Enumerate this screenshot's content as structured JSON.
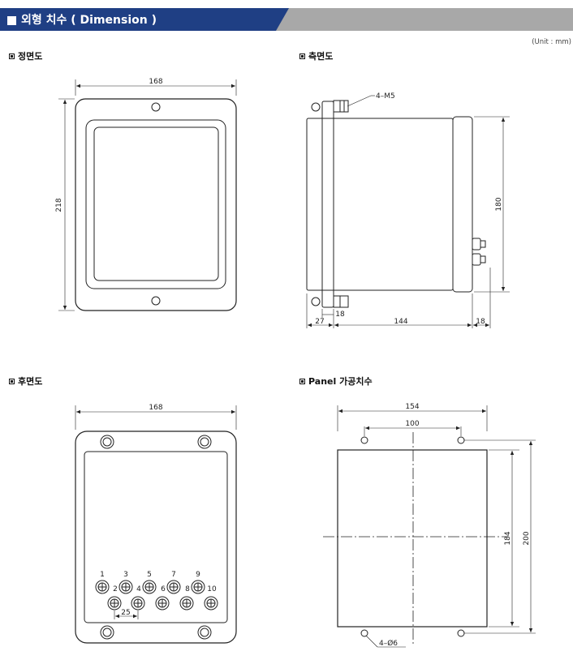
{
  "header": {
    "title": "외형 치수 ( Dimension )"
  },
  "unit_note": "(Unit : mm)",
  "sections": {
    "front": {
      "title": "정면도",
      "width_dim": "168",
      "height_dim": "218"
    },
    "side": {
      "title": "측면도",
      "screw_label": "4–M5",
      "height_dim": "180",
      "dim_27": "27",
      "dim_18_top": "18",
      "dim_144": "144",
      "dim_18_right": "18"
    },
    "rear": {
      "title": "후면도",
      "width_dim": "168",
      "pitch_dim": "25",
      "terminal_top": [
        "1",
        "3",
        "5",
        "7",
        "9"
      ],
      "terminal_mid": [
        "2",
        "4",
        "6",
        "8",
        "10"
      ]
    },
    "panel": {
      "title": "Panel 가공치수",
      "width_dim": "154",
      "hole_pitch": "100",
      "height_inner": "184",
      "height_outer": "200",
      "hole_label": "4–Ø6"
    }
  },
  "colors": {
    "header_dark": "#1f3f84",
    "header_gray": "#a8a8a8"
  }
}
